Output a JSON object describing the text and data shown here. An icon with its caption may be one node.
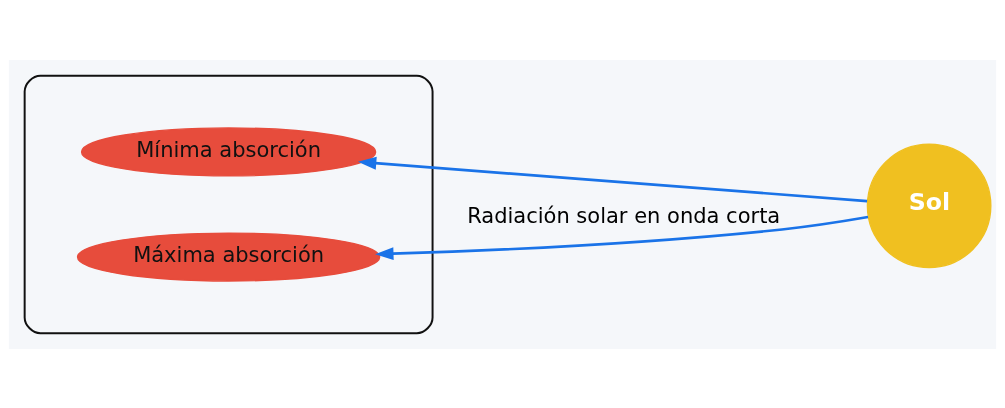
{
  "diagram": {
    "nodes": [
      {
        "text": [],
        "shape": "ellipse"
      },
      {
        "text": [
          "Mínima absorción"
        ],
        "in": 0
      },
      {
        "text": [
          "Máxima absorción"
        ],
        "in": 0
      },
      {
        "text": [
          "Sol"
        ]
      }
    ],
    "edges": [
      {
        "from": 3,
        "to": 1,
        "arrow": "to"
      },
      {
        "from": 3,
        "to": 2,
        "arrow": "to",
        "label": "Radiación solar en onda corta"
      }
    ]
  }
}
